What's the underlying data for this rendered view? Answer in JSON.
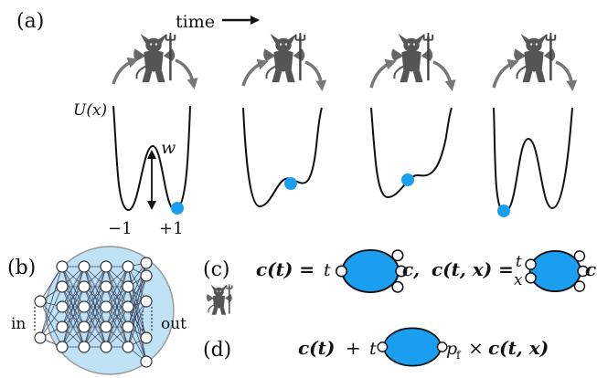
{
  "panel_a": {
    "label": "(a)",
    "time_label": "time",
    "potential_label": "U(x)",
    "barrier_label": "w",
    "well_left_label": "−1",
    "well_right_label": "+1",
    "colors": {
      "curve": "#111111",
      "particle": "#1a9ff0",
      "arrow": "#777777",
      "demon": "#555555"
    },
    "demon_icon": "red-devil-demon-icon",
    "arrow_icon": "curved-arrow-icon"
  },
  "panel_b": {
    "label": "(b)",
    "in_label": "in",
    "out_label": "out",
    "colors": {
      "network_bg": "#bfe2f5",
      "node_fill": "#ffffff",
      "edge": "#3a4a66"
    },
    "demon_icon": "red-devil-demon-icon"
  },
  "panel_c": {
    "label": "(c)",
    "lhs1": "c(t) =",
    "t1": "t",
    "rhs1": "c,",
    "lhs2": "c(t, x) =",
    "t2": "t",
    "x2": "x",
    "rhs2": "c",
    "colors": {
      "blob": "#1a9ff0",
      "node": "#ffffff"
    }
  },
  "panel_d": {
    "label": "(d)",
    "term1": "c(t)",
    "plus": "+",
    "t": "t",
    "pf": "p",
    "pf_sub": "f",
    "times": "×",
    "term2": "c(t, x)"
  }
}
